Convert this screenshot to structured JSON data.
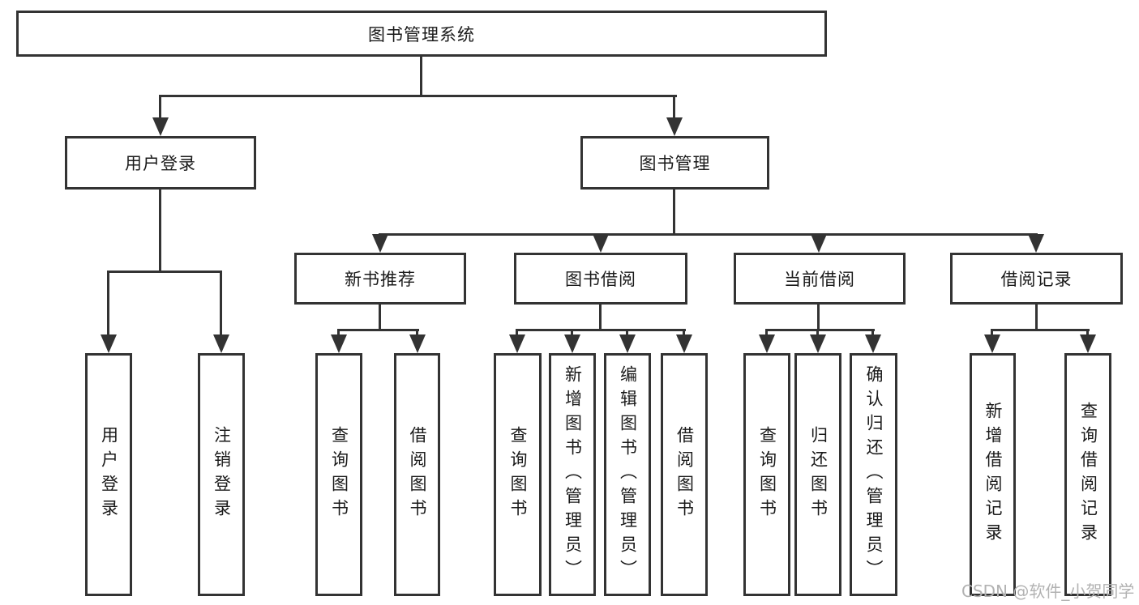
{
  "diagram": {
    "title": "图书管理系统",
    "level2": [
      {
        "label": "用户登录",
        "children": [
          "用户登录",
          "注销登录"
        ]
      },
      {
        "label": "图书管理",
        "children": [
          {
            "label": "新书推荐",
            "children": [
              "查询图书",
              "借阅图书"
            ]
          },
          {
            "label": "图书借阅",
            "children": [
              "查询图书",
              "新增图书（管理员）",
              "编辑图书（管理员）",
              "借阅图书"
            ]
          },
          {
            "label": "当前借阅",
            "children": [
              "查询图书",
              "归还图书",
              "确认归还（管理员）"
            ]
          },
          {
            "label": "借阅记录",
            "children": [
              "新增借阅记录",
              "查询借阅记录"
            ]
          }
        ]
      }
    ]
  },
  "watermark": {
    "text": "CSDN @软件_小贺同学"
  },
  "colors": {
    "line": "#333333",
    "text": "#1a1a1a",
    "background": "#ffffff",
    "watermark": "#b2b2b2"
  }
}
